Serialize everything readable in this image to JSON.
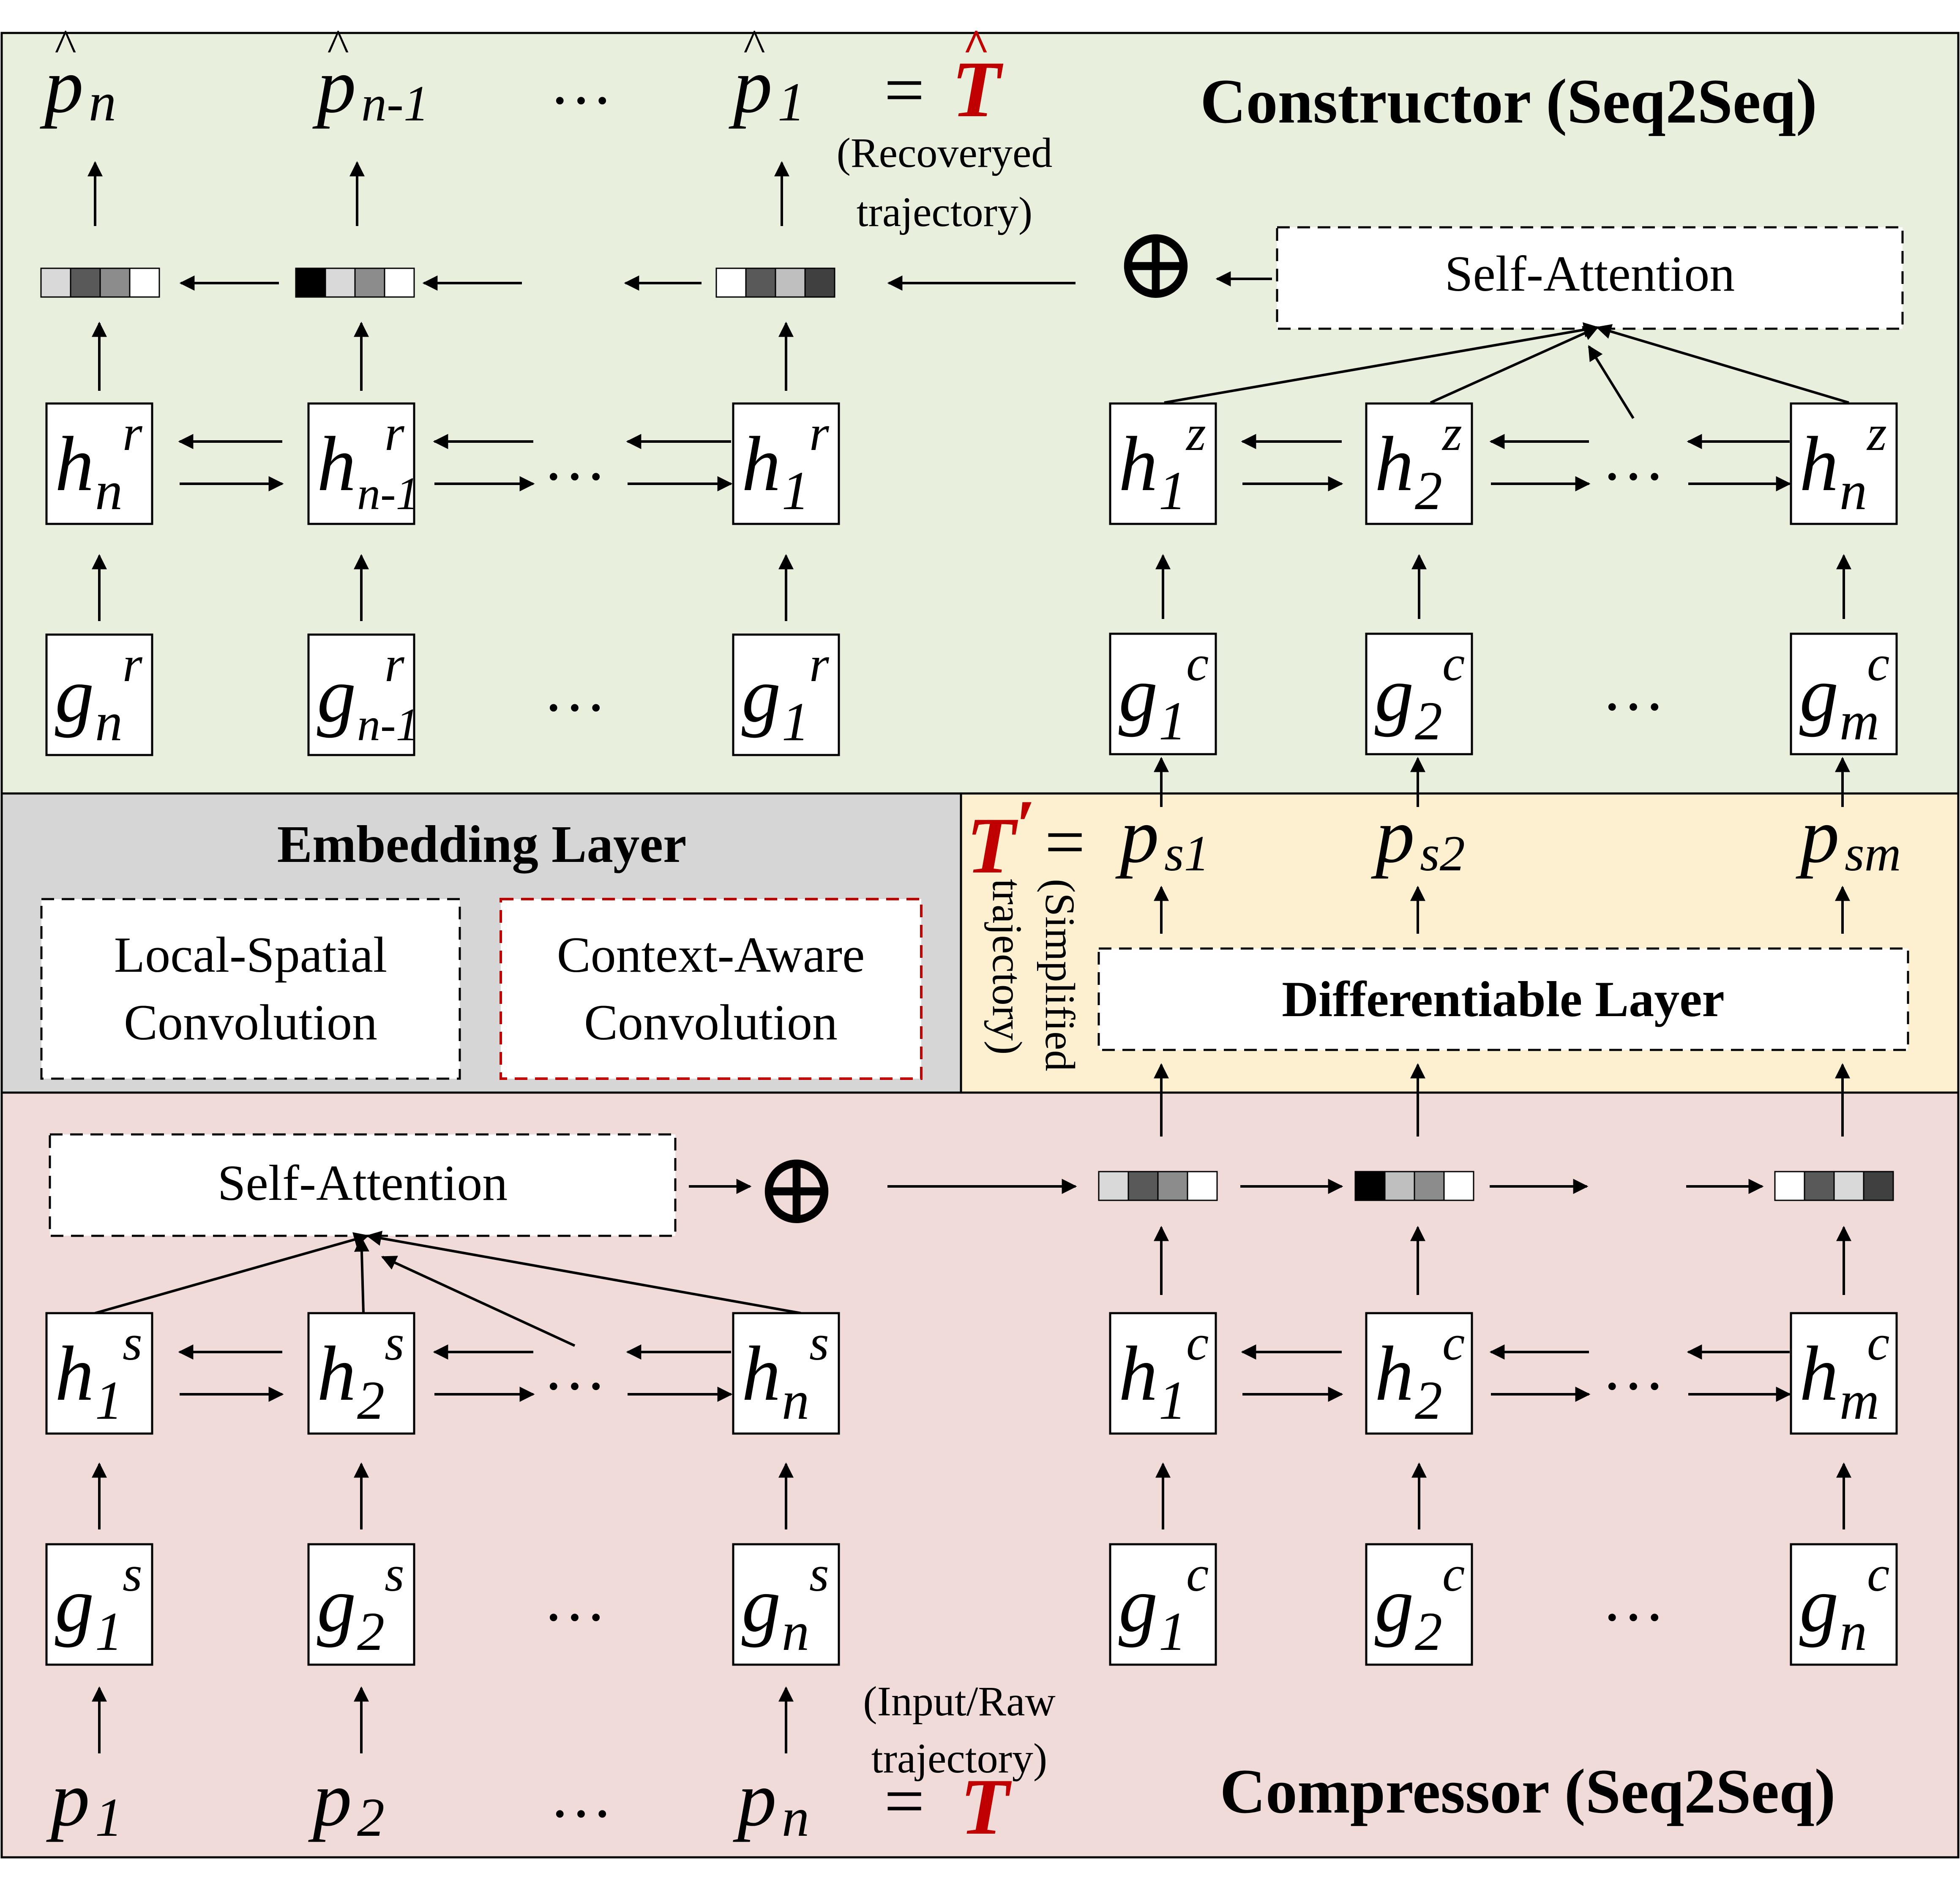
{
  "constructor": {
    "title": "Constructor (Seq2Seq)",
    "outputs": [
      {
        "base": "p",
        "hat": "^",
        "sub": "n"
      },
      {
        "base": "p",
        "hat": "^",
        "sub": "n-1"
      },
      {
        "base": "…"
      },
      {
        "base": "p",
        "hat": "^",
        "sub": "1"
      }
    ],
    "equals": "=",
    "output_symbol": "T",
    "output_hat": "^",
    "output_caption_line1": "(Recoveryed",
    "output_caption_line2": "trajectory)",
    "self_attention": "Self-Attention",
    "oplus": "⊕",
    "decoder_hidden": [
      {
        "base": "h",
        "sub": "n",
        "sup": "r"
      },
      {
        "base": "h",
        "sub": "n-1",
        "sup": "r"
      },
      {
        "base": "…"
      },
      {
        "base": "h",
        "sub": "1",
        "sup": "r"
      }
    ],
    "decoder_inputs": [
      {
        "base": "g",
        "sub": "n",
        "sup": "r"
      },
      {
        "base": "g",
        "sub": "n-1",
        "sup": "r"
      },
      {
        "base": "…"
      },
      {
        "base": "g",
        "sub": "1",
        "sup": "r"
      }
    ],
    "encoder_hidden": [
      {
        "base": "h",
        "sub": "1",
        "sup": "z"
      },
      {
        "base": "h",
        "sub": "2",
        "sup": "z"
      },
      {
        "base": "…"
      },
      {
        "base": "h",
        "sub": "n",
        "sup": "z"
      }
    ],
    "encoder_inputs": [
      {
        "base": "g",
        "sub": "1",
        "sup": "c"
      },
      {
        "base": "g",
        "sub": "2",
        "sup": "c"
      },
      {
        "base": "…"
      },
      {
        "base": "g",
        "sub": "m",
        "sup": "c"
      }
    ]
  },
  "embedding": {
    "title": "Embedding Layer",
    "box1_line1": "Local-Spatial",
    "box1_line2": "Convolution",
    "box2_line1": "Context-Aware",
    "box2_line2": "Convolution"
  },
  "simplified": {
    "symbol": "T",
    "prime": "′",
    "equals": "=",
    "caption_line1": "(Simplified",
    "caption_line2": "trajectory)",
    "points": [
      {
        "base": "p",
        "sub": "s1"
      },
      {
        "base": "p",
        "sub": "s2"
      },
      {
        "base": "p",
        "sub": "sm"
      }
    ],
    "differentiable_layer": "Differentiable Layer"
  },
  "compressor": {
    "title": "Compressor (Seq2Seq)",
    "self_attention": "Self-Attention",
    "oplus": "⊕",
    "encoder_hidden": [
      {
        "base": "h",
        "sub": "1",
        "sup": "s"
      },
      {
        "base": "h",
        "sub": "2",
        "sup": "s"
      },
      {
        "base": "…"
      },
      {
        "base": "h",
        "sub": "n",
        "sup": "s"
      }
    ],
    "encoder_inputs": [
      {
        "base": "g",
        "sub": "1",
        "sup": "s"
      },
      {
        "base": "g",
        "sub": "2",
        "sup": "s"
      },
      {
        "base": "…"
      },
      {
        "base": "g",
        "sub": "n",
        "sup": "s"
      }
    ],
    "raw_points": [
      {
        "base": "p",
        "sub": "1"
      },
      {
        "base": "p",
        "sub": "2"
      },
      {
        "base": "…"
      },
      {
        "base": "p",
        "sub": "n"
      }
    ],
    "equals": "=",
    "input_symbol": "T",
    "input_caption_line1": "(Input/Raw",
    "input_caption_line2": "trajectory)",
    "decoder_hidden": [
      {
        "base": "h",
        "sub": "1",
        "sup": "c"
      },
      {
        "base": "h",
        "sub": "2",
        "sup": "c"
      },
      {
        "base": "…"
      },
      {
        "base": "h",
        "sub": "m",
        "sup": "c"
      }
    ],
    "decoder_inputs": [
      {
        "base": "g",
        "sub": "1",
        "sup": "c"
      },
      {
        "base": "g",
        "sub": "2",
        "sup": "c"
      },
      {
        "base": "…"
      },
      {
        "base": "g",
        "sub": "n",
        "sup": "c"
      }
    ]
  },
  "colors": {
    "constructor_bg": "#e8efdd",
    "embedding_bg": "#d6d6d6",
    "simplified_bg": "#fcf0d0",
    "compressor_bg": "#f1dbd9",
    "accent_red": "#c00000",
    "dashed_red": "#c00000"
  }
}
